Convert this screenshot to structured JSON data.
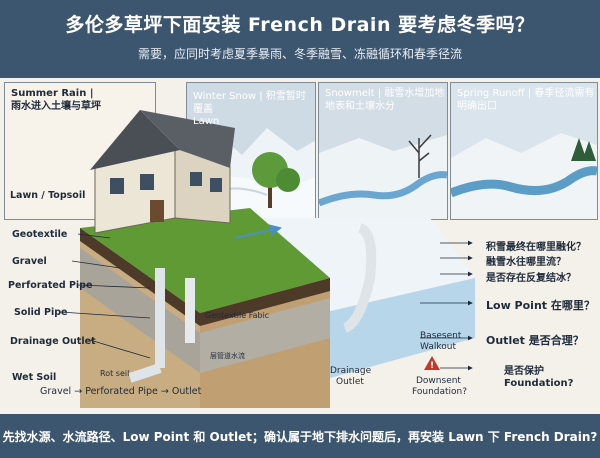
{
  "header": {
    "title": "多伦多草坪下面安装 French Drain 要考虑冬季吗？",
    "subtitle": "需要，应同时考虑夏季暴雨、冬季融雪、冻融循环和春季径流"
  },
  "panels": [
    {
      "id": "summer",
      "label_line1": "Summer Rain |",
      "label_line2": "雨水进入土壤与草坪"
    },
    {
      "id": "winter",
      "label_line1": "Winter Snow | 积雪暂时覆盖",
      "label_line2": "Lawn"
    },
    {
      "id": "snowmelt",
      "label_line1": "Snowmelt | 融雪水增加地",
      "label_line2": "地表和土壤水分"
    },
    {
      "id": "spring",
      "label_line1": "Spring Runoff | 春季径流需有",
      "label_line2": "明确出口"
    }
  ],
  "left_labels": {
    "lawn_topsoil": "Lawn / Topsoil",
    "geotextile": "Geotextile",
    "gravel": "Gravel",
    "perforated_pipe": "Perforated Pipe",
    "solid_pipe": "Solid Pipe",
    "drainage_outlet": "Drainage Outlet",
    "wet_soil": "Wet Soil",
    "flow_path": "Gravel → Perforated Pipe → Outlet"
  },
  "diagram_labels": {
    "geotextile_fabric": "Geotextile Fabic",
    "rot_seil": "Rot seil",
    "pipe_caption": "层管道水流",
    "drainage_outlet_line1": "Drainage",
    "drainage_outlet_line2": "Outlet",
    "basement_line1": "Basesent",
    "basement_line2": "Walkout",
    "foundation_line1": "Downsent",
    "foundation_line2": "Foundation?"
  },
  "right_questions": [
    "积雪最终在哪里融化？",
    "融雪水往哪里流？",
    "是否存在反复结冰？",
    "Low Point 在哪里？",
    "Outlet 是否合理？",
    "是否保护",
    "Foundation?"
  ],
  "footer": {
    "text": "先找水源、水流路径、Low Point 和 Outlet；确认属于地下排水问题后，再安装 Lawn 下 French Drain?"
  },
  "colors": {
    "header_bg": "#3c566f",
    "grass": "#5f9a35",
    "snow": "#f3f7fa",
    "water": "#7fb6d8",
    "warning": "#c0392b"
  }
}
